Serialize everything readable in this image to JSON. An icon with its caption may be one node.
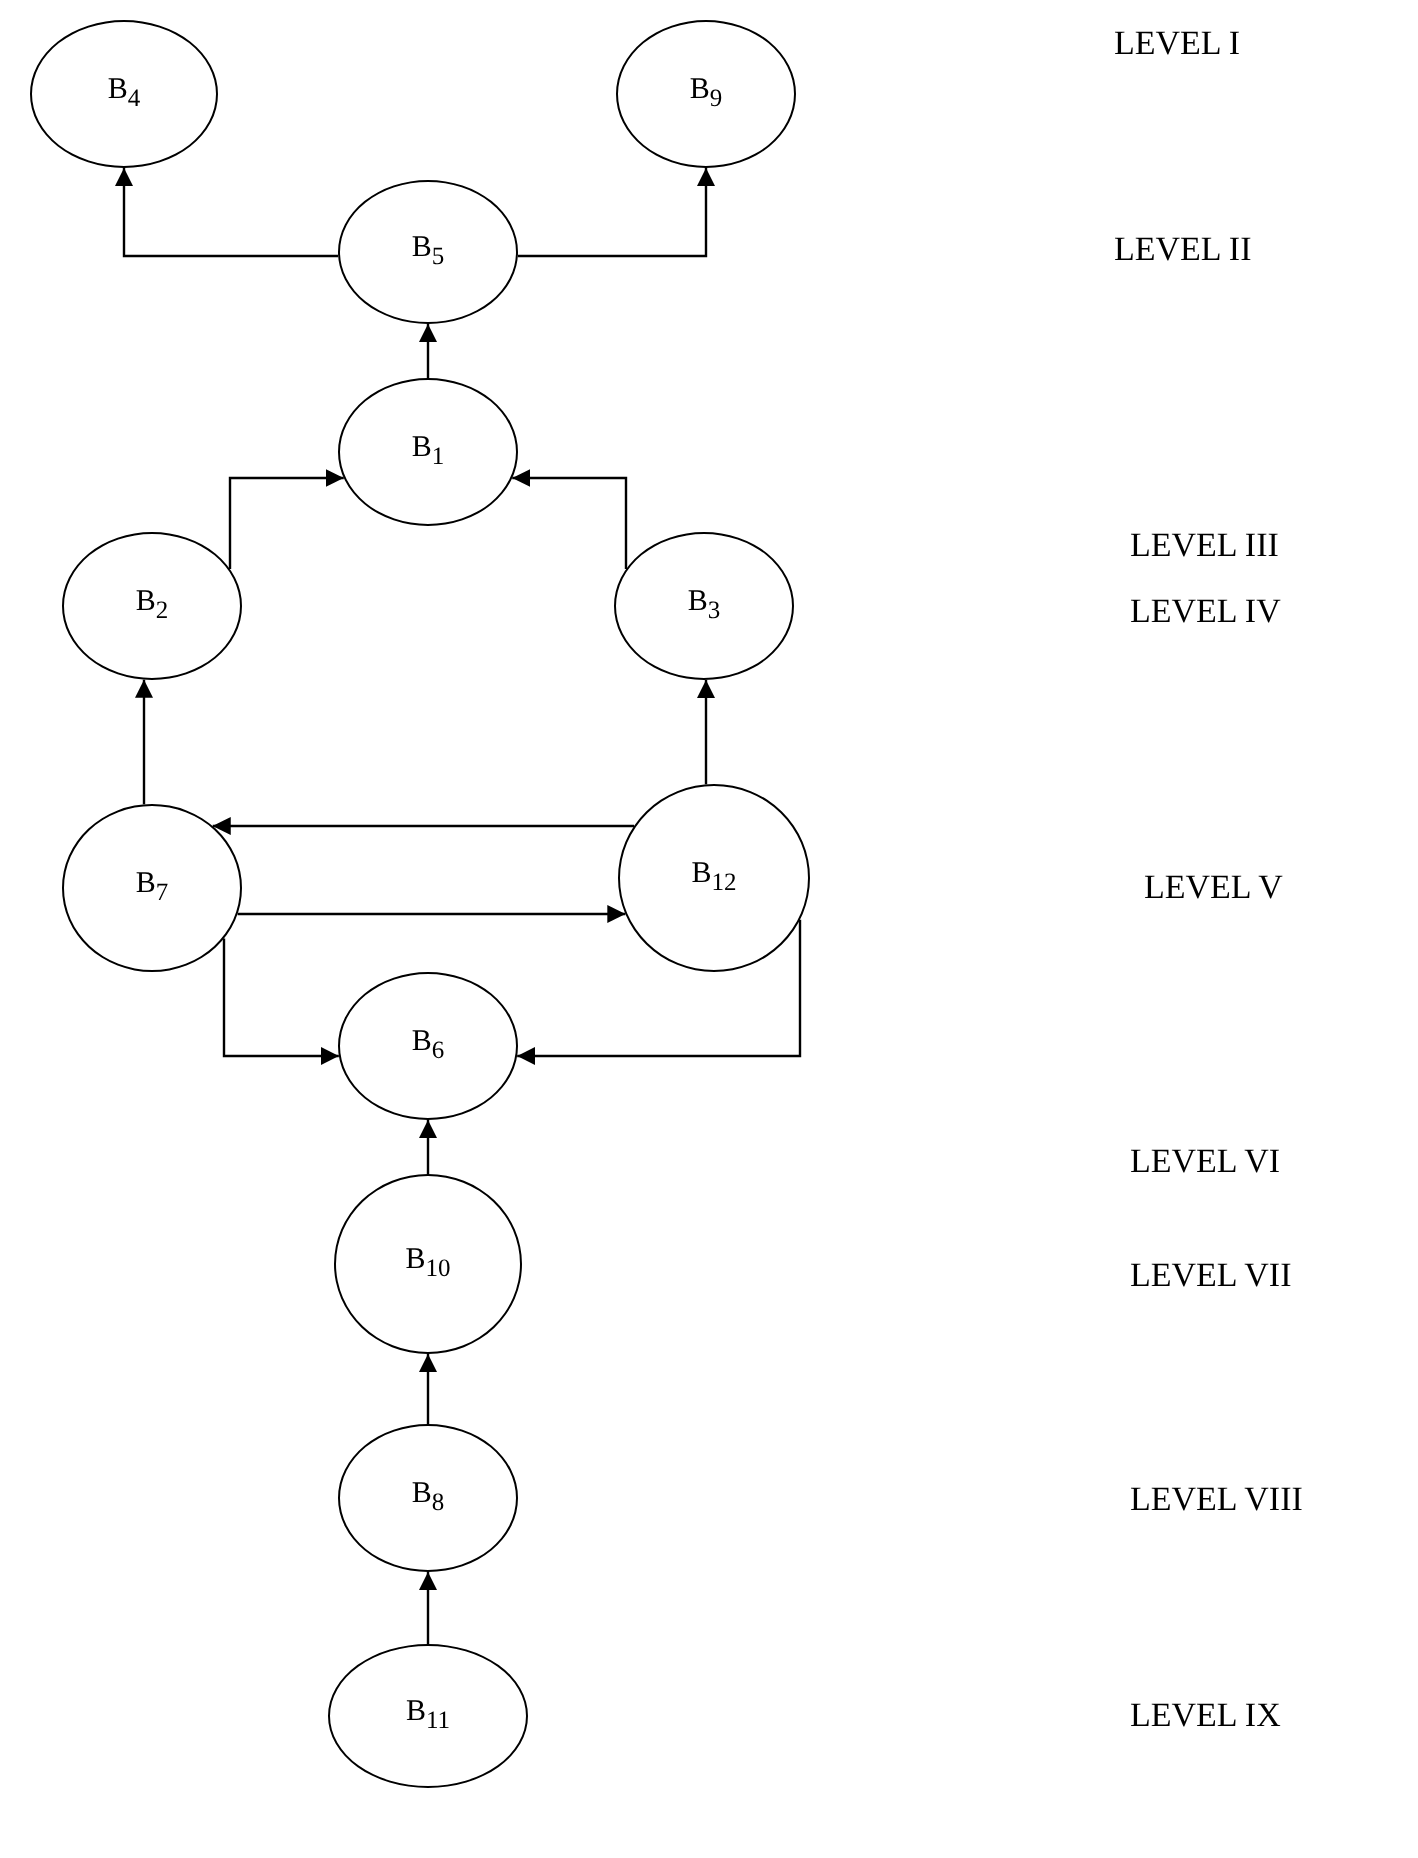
{
  "diagram": {
    "nodes": [
      {
        "text": [
          "B$_{4}$"
        ]
      },
      {
        "text": [
          "B$_{9}$"
        ]
      },
      {
        "text": [
          "B$_{5}$"
        ]
      },
      {
        "text": [
          "B$_{1}$"
        ]
      },
      {
        "text": [
          "B$_{2}$"
        ]
      },
      {
        "text": [
          "B$_{3}$"
        ]
      },
      {
        "text": [
          "B$_{7}$"
        ]
      },
      {
        "text": [
          "B$_{12}$"
        ]
      },
      {
        "text": [
          "B$_{6}$"
        ]
      },
      {
        "text": [
          "B$_{10}$"
        ]
      },
      {
        "text": [
          "B$_{8}$"
        ]
      },
      {
        "text": [
          "B$_{11}$"
        ]
      }
    ],
    "edges": [
      {
        "from": 2,
        "to": 0,
        "arrow": "to"
      },
      {
        "from": 2,
        "to": 1,
        "arrow": "to"
      },
      {
        "from": 3,
        "to": 2,
        "arrow": "to"
      },
      {
        "from": 4,
        "to": 3,
        "arrow": "to"
      },
      {
        "from": 5,
        "to": 3,
        "arrow": "to"
      },
      {
        "from": 6,
        "to": 4,
        "arrow": "to"
      },
      {
        "from": 7,
        "to": 5,
        "arrow": "to"
      },
      {
        "from": 7,
        "to": 6,
        "arrow": "to"
      },
      {
        "from": 6,
        "to": 7,
        "arrow": "to"
      },
      {
        "from": 6,
        "to": 8,
        "arrow": "to"
      },
      {
        "from": 7,
        "to": 8,
        "arrow": "to"
      },
      {
        "from": 9,
        "to": 8,
        "arrow": "to"
      },
      {
        "from": 10,
        "to": 9,
        "arrow": "to"
      },
      {
        "from": 11,
        "to": 10,
        "arrow": "to"
      }
    ],
    "labels": [
      "LEVEL I",
      "LEVEL II",
      "LEVEL III",
      "LEVEL IV",
      "LEVEL V",
      "LEVEL VI",
      "LEVEL VII",
      "LEVEL VIII",
      "LEVEL IX"
    ]
  }
}
